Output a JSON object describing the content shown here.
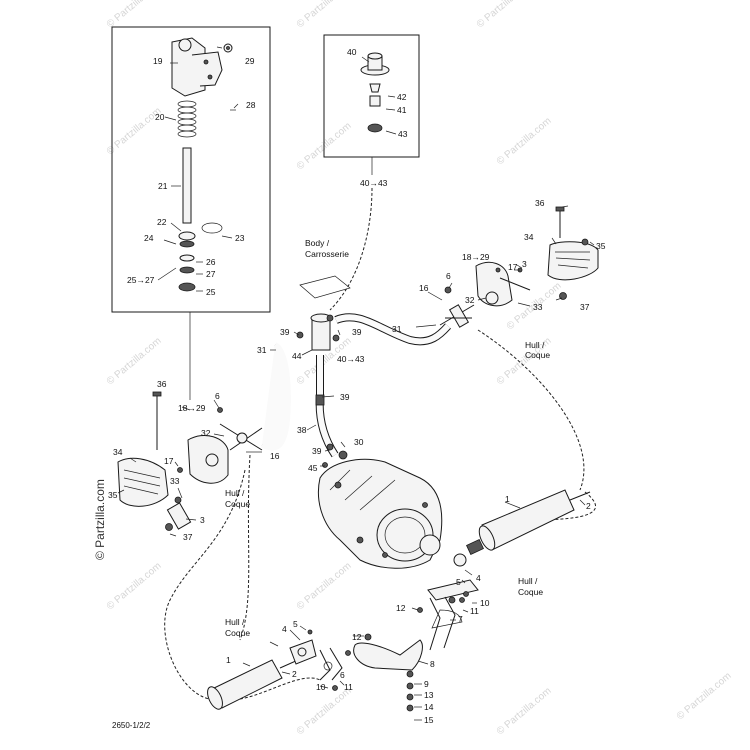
{
  "diagram": {
    "watermark": "© Partzilla.com",
    "watermark_repeat": "© Partzilla.com",
    "drawing_code": "2650-1/2/2",
    "text_labels": {
      "body": "Body /",
      "carrosserie": "Carrosserie",
      "hull": "Hull /",
      "coque": "Coque"
    },
    "callouts": {
      "c19": "19",
      "c29": "29",
      "c28": "28",
      "c20": "20",
      "c21": "21",
      "c22": "22",
      "c23": "23",
      "c24": "24",
      "c26": "26",
      "c27": "27",
      "c25a": "25",
      "c2527": "25→27",
      "c40": "40",
      "c42": "42",
      "c41": "41",
      "c43": "43",
      "c4043a": "40→43",
      "c36r": "36",
      "c34r": "34",
      "c35r": "35",
      "c1829r": "18→29",
      "c17r": "17",
      "c3r": "3",
      "c6r": "6",
      "c16r": "16",
      "c32r": "32",
      "c33r": "33",
      "c37r": "37",
      "c31r": "31",
      "c39a": "39",
      "c39b": "39",
      "c44": "44",
      "c4043b": "40→43",
      "c31l": "31",
      "c39c": "39",
      "c38": "38",
      "c39d": "39",
      "c30": "30",
      "c45": "45",
      "c36l": "36",
      "c1829l": "18→29",
      "c6l": "6",
      "c32l": "32",
      "c16l": "16",
      "c34l": "34",
      "c17l": "17",
      "c35l": "35",
      "c33l": "33",
      "c3l": "3",
      "c37l": "37",
      "c1r": "1",
      "c2r": "2",
      "c4r": "4",
      "c5r": "5",
      "c10r": "10",
      "c11r": "11",
      "c12r": "12",
      "c7r": "7",
      "c8r": "8",
      "c9r": "9",
      "c13r": "13",
      "c14r": "14",
      "c15r": "15",
      "c4l": "4",
      "c5l": "5",
      "c12l": "12",
      "c1l": "1",
      "c2l": "2",
      "c6b": "6",
      "c10l": "10",
      "c11l": "11"
    }
  }
}
